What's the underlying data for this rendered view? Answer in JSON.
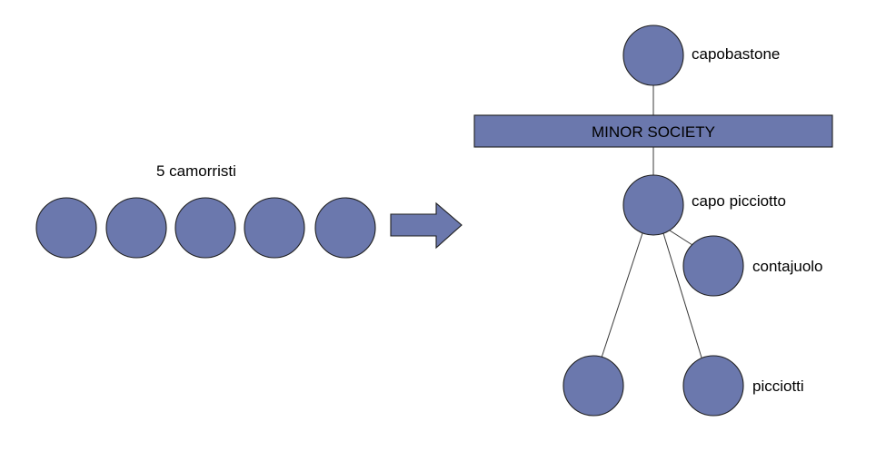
{
  "left_group": {
    "caption": "5 camorristi",
    "circle_count": 5
  },
  "arrow": {
    "icon": "right-arrow-icon"
  },
  "hierarchy": {
    "banner": "MINOR SOCIETY",
    "nodes": {
      "top": "capobastone",
      "middle": "capo picciotto",
      "side": "contajuolo",
      "bottom_left": "",
      "bottom_right": "picciotti"
    }
  },
  "colors": {
    "node_fill": "#6b78ad",
    "outline": "#1f1f1f",
    "edge": "#3a3a3a"
  }
}
